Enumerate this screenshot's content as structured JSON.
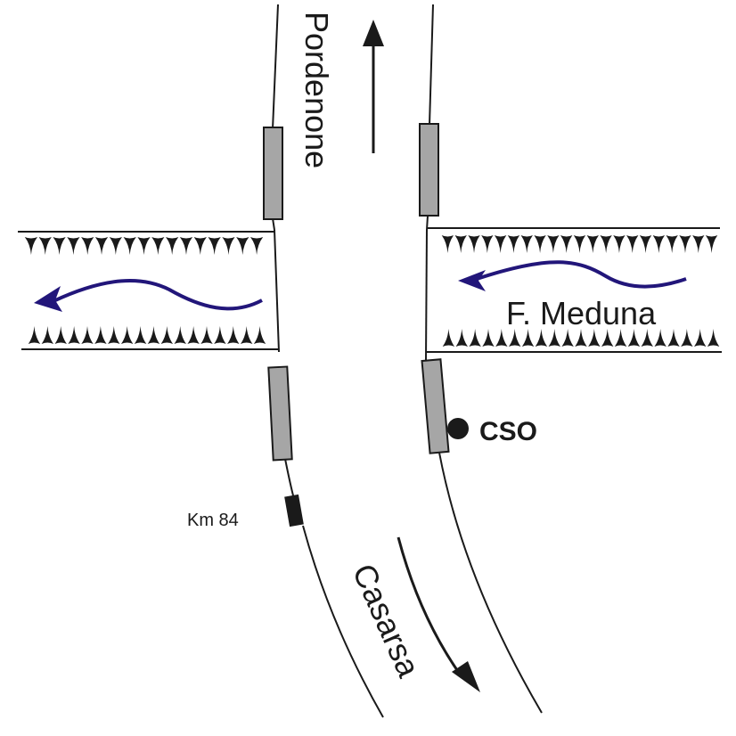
{
  "labels": {
    "north": "Pordenone",
    "south": "Casarsa",
    "river": "F. Meduna",
    "station": "CSO",
    "km_marker": "Km 84"
  },
  "colors": {
    "line": "#1a1a1a",
    "pier_fill": "#a6a6a6",
    "river_arrow": "#22167a",
    "background": "#ffffff"
  },
  "icons": {
    "north_arrow": "arrow-up",
    "south_arrow": "arrow-down-curved",
    "river_flow": "arrow-left-wavy",
    "station_marker": "filled-circle",
    "km_marker": "black-rectangle"
  }
}
